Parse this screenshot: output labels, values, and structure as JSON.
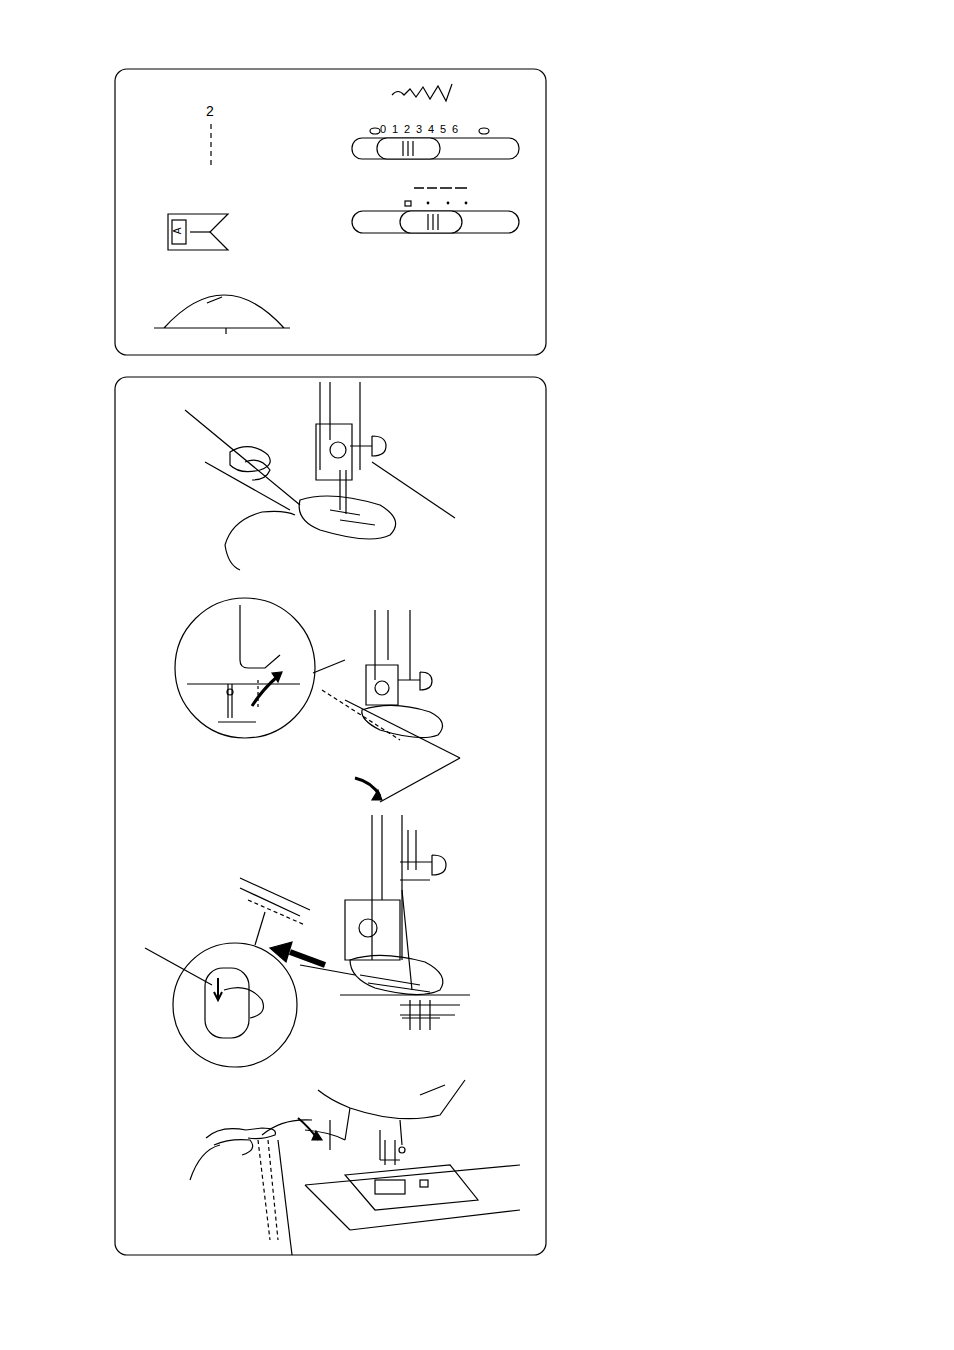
{
  "diagram": {
    "labels": [
      "2",
      "0",
      "1",
      "2",
      "3",
      "4",
      "5",
      "6",
      "A"
    ]
  }
}
